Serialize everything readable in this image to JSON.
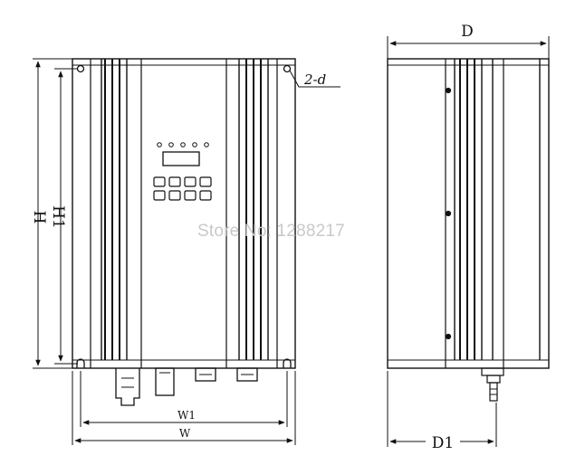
{
  "labels": {
    "H": "H",
    "H1": "H1",
    "W": "W",
    "W1": "W1",
    "D": "D",
    "D1": "D1",
    "hole_callout": "2-d"
  },
  "watermark": "Store No: 1288217"
}
